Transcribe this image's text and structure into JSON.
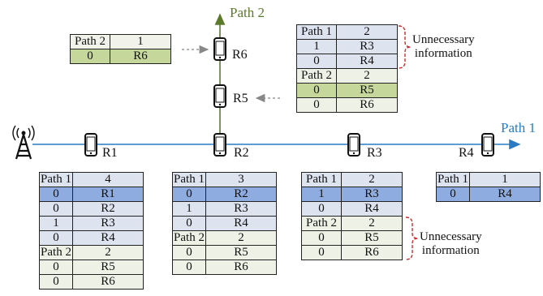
{
  "colors": {
    "path1": "#2a7bc4",
    "path2": "#5c7a2b",
    "line": "#222222",
    "header_fill": "#f1f2ea",
    "blue_row": "#dde3ef",
    "blue_highlight": "#8eacdf",
    "green_row": "#eef2e6",
    "green_highlight": "#c6d79b",
    "annotation": "#cc2a2a",
    "dashed_arrow": "#888888"
  },
  "icons": {
    "antenna": "antenna-icon",
    "node": "phone-icon"
  },
  "labels": {
    "path1": "Path 1",
    "path2": "Path 2",
    "nodes": [
      "R1",
      "R2",
      "R3",
      "R4",
      "R5",
      "R6"
    ]
  },
  "annotations": {
    "top": [
      "Unnecessary",
      "information"
    ],
    "bottom": [
      "Unnecessary",
      "information"
    ]
  },
  "tables": {
    "r6": {
      "header": [
        "Path 2",
        "1"
      ],
      "rows": [
        [
          "0",
          "R6"
        ]
      ]
    },
    "r5": {
      "header_a": [
        "Path 1",
        "2"
      ],
      "rows_a": [
        [
          "1",
          "R3"
        ],
        [
          "0",
          "R4"
        ]
      ],
      "header_b": [
        "Path 2",
        "2"
      ],
      "rows_b": [
        [
          "0",
          "R5"
        ],
        [
          "0",
          "R6"
        ]
      ]
    },
    "r1": {
      "header_a": [
        "Path 1",
        "4"
      ],
      "rows_a": [
        [
          "0",
          "R1"
        ],
        [
          "0",
          "R2"
        ],
        [
          "1",
          "R3"
        ],
        [
          "0",
          "R4"
        ]
      ],
      "header_b": [
        "Path 2",
        "2"
      ],
      "rows_b": [
        [
          "0",
          "R5"
        ],
        [
          "0",
          "R6"
        ]
      ]
    },
    "r2": {
      "header_a": [
        "Path 1",
        "3"
      ],
      "rows_a": [
        [
          "0",
          "R2"
        ],
        [
          "1",
          "R3"
        ],
        [
          "0",
          "R4"
        ]
      ],
      "header_b": [
        "Path 2",
        "2"
      ],
      "rows_b": [
        [
          "0",
          "R5"
        ],
        [
          "0",
          "R6"
        ]
      ]
    },
    "r3": {
      "header_a": [
        "Path 1",
        "2"
      ],
      "rows_a": [
        [
          "1",
          "R3"
        ],
        [
          "0",
          "R4"
        ]
      ],
      "header_b": [
        "Path 2",
        "2"
      ],
      "rows_b": [
        [
          "0",
          "R5"
        ],
        [
          "0",
          "R6"
        ]
      ]
    },
    "r4": {
      "header": [
        "Path 1",
        "1"
      ],
      "rows": [
        [
          "0",
          "R4"
        ]
      ]
    }
  }
}
